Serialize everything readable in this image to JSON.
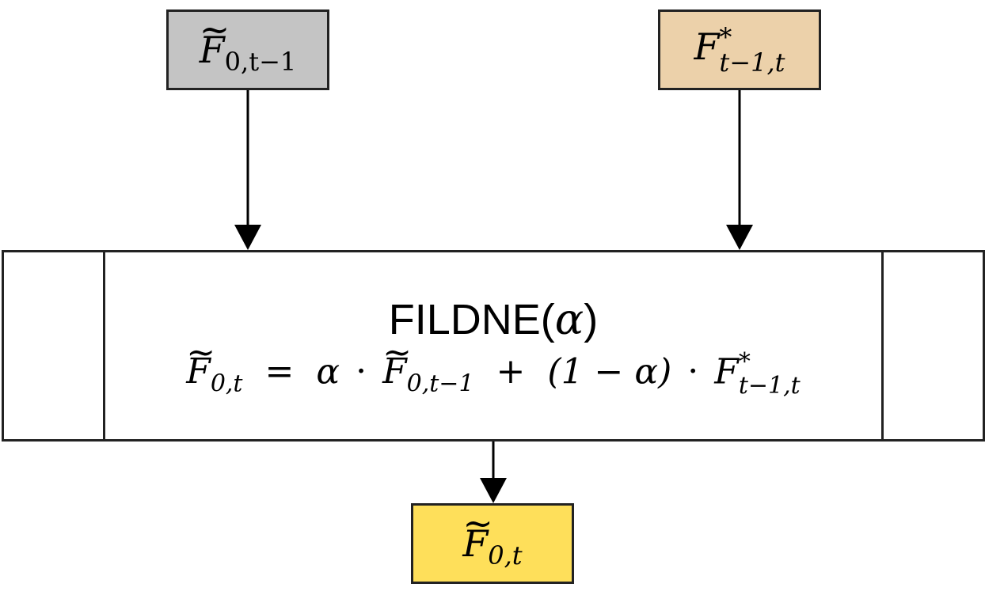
{
  "nodes": {
    "prev": {
      "base": "F",
      "sub": "0,t−1",
      "fill": "#c4c4c4"
    },
    "star": {
      "base": "F",
      "sup": "*",
      "sub": "t−1,t",
      "fill": "#ecd1aa"
    },
    "main": {
      "title_prefix": "FILDNE(",
      "title_symbol": "α",
      "title_suffix": ")",
      "formula": {
        "lhs_base": "F",
        "lhs_sub": "0,t",
        "eq": "=",
        "alpha": "α",
        "dot": "·",
        "term1_base": "F",
        "term1_sub": "0,t−1",
        "plus": "+",
        "paren": "(1 − α)",
        "term2_base": "F",
        "term2_sup": "*",
        "term2_sub": "t−1,t"
      },
      "fill": "#ffffff"
    },
    "out": {
      "base": "F",
      "sub": "0,t",
      "fill": "#fedf5a"
    }
  },
  "tilde": "~"
}
